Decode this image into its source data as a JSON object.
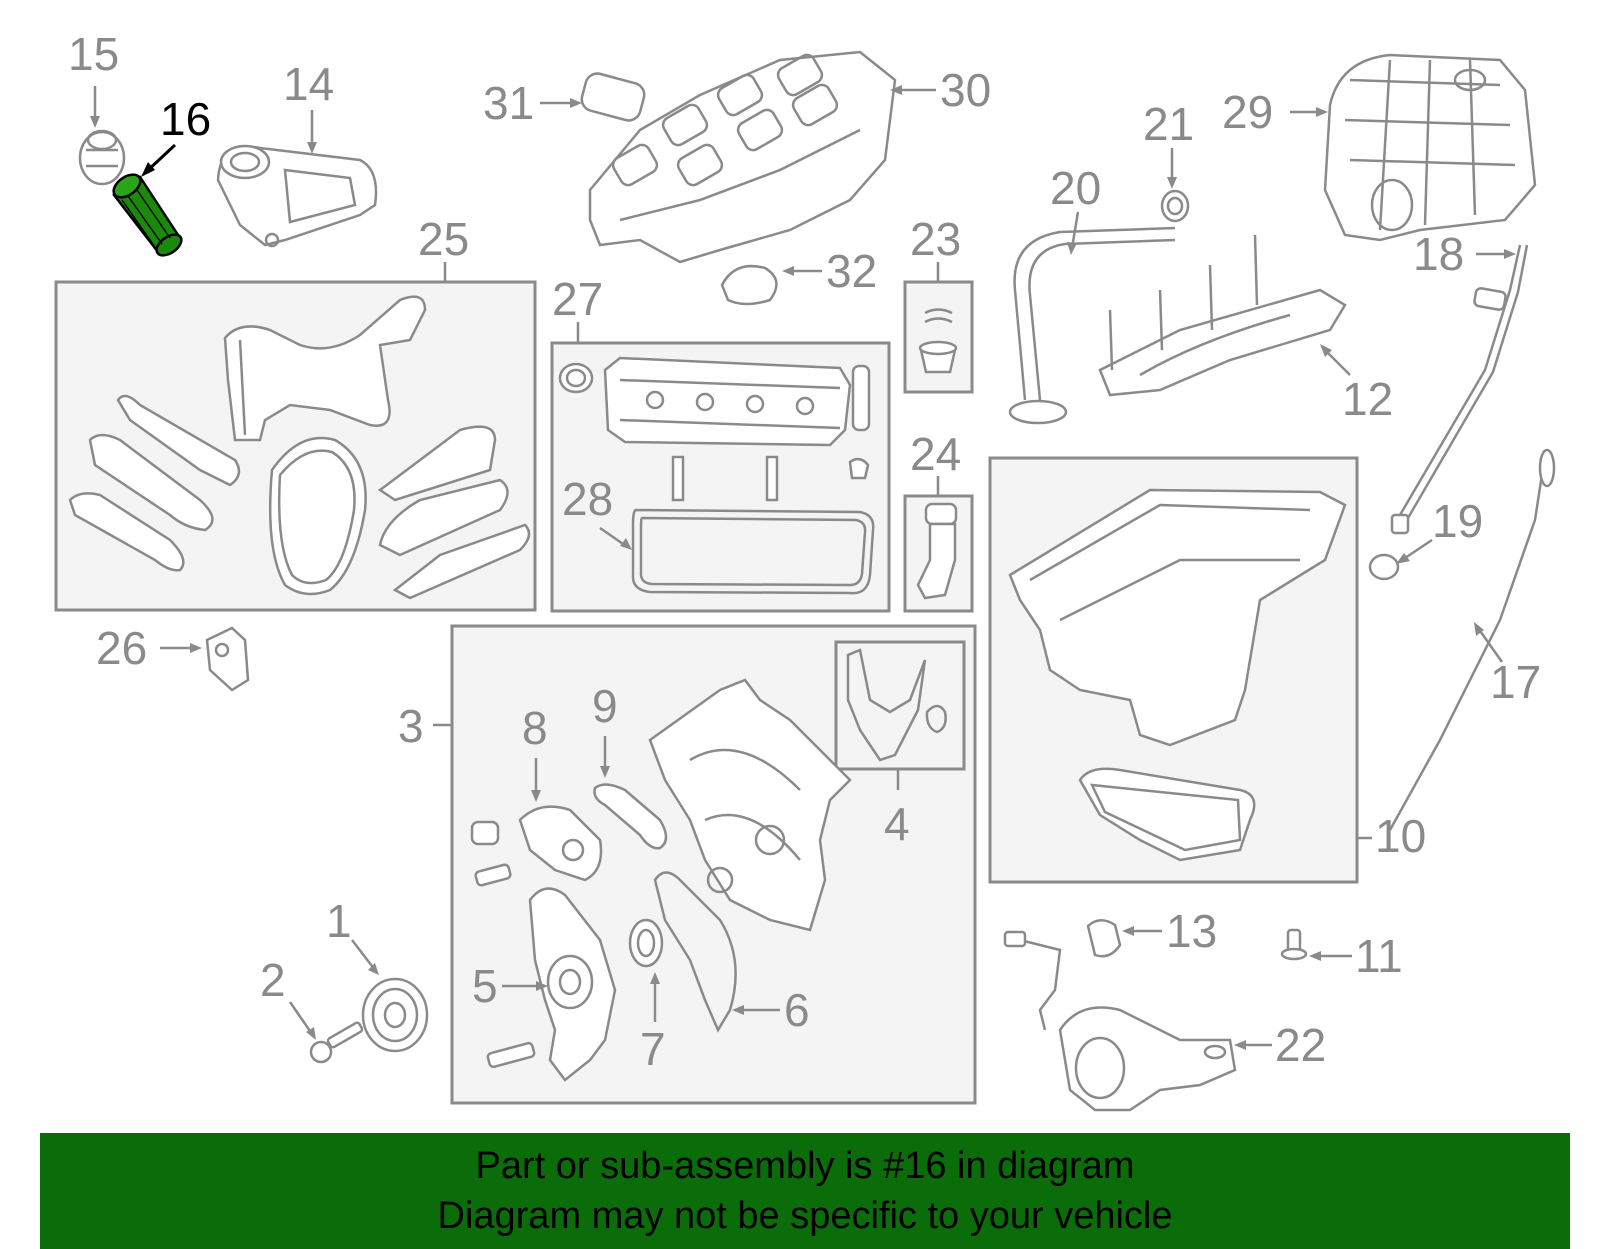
{
  "colors": {
    "highlight": "#1a8a0a",
    "banner": "#0a6d0a",
    "line": "#8a8a8a",
    "box_fill": "#f4f4f4"
  },
  "callouts": {
    "c1": "1",
    "c2": "2",
    "c3": "3",
    "c4": "4",
    "c5": "5",
    "c6": "6",
    "c7": "7",
    "c8": "8",
    "c9": "9",
    "c10": "10",
    "c11": "11",
    "c12": "12",
    "c13": "13",
    "c14": "14",
    "c15": "15",
    "c16": "16",
    "c17": "17",
    "c18": "18",
    "c19": "19",
    "c20": "20",
    "c21": "21",
    "c22": "22",
    "c23": "23",
    "c24": "24",
    "c25": "25",
    "c26": "26",
    "c27": "27",
    "c28": "28",
    "c29": "29",
    "c30": "30",
    "c31": "31",
    "c32": "32"
  },
  "highlighted_part": "16",
  "banner": {
    "line1": "Part or sub-assembly is #16 in diagram",
    "line2": "Diagram may not be specific to your vehicle"
  }
}
